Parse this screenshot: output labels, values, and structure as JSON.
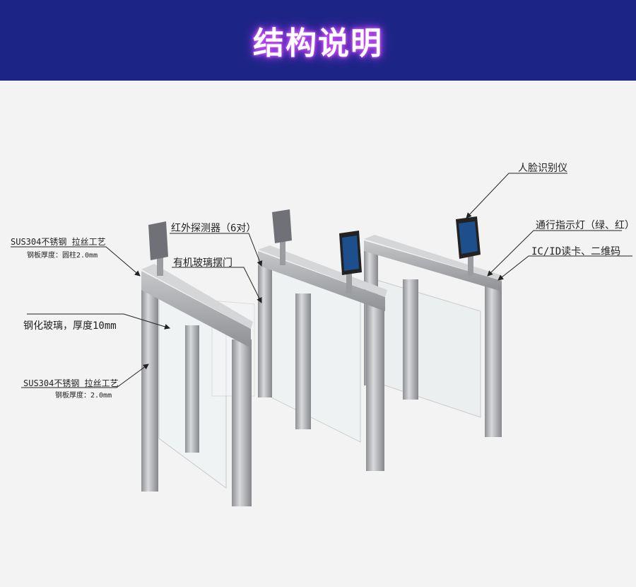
{
  "header": {
    "title": "结构说明"
  },
  "labels": {
    "steel_post": "SUS304不锈钢 拉丝工艺",
    "steel_post_thickness": "钢板厚度：圆柱2.0mm",
    "tempered_glass": "钢化玻璃，厚度10mm",
    "steel_panel": "SUS304不锈钢 拉丝工艺",
    "steel_panel_thickness": "钢板厚度：2.0mm",
    "infrared": "红外探测器（6对）",
    "acrylic_gate": "有机玻璃摆门",
    "face_recognition": "人脸识别仪",
    "indicator": "通行指示灯（绿、红）",
    "card_reader": "IC/ID读卡、二维码"
  },
  "colors": {
    "header_bg": "#1c2585",
    "background": "#f3f3f3",
    "steel": "#a9abae"
  }
}
